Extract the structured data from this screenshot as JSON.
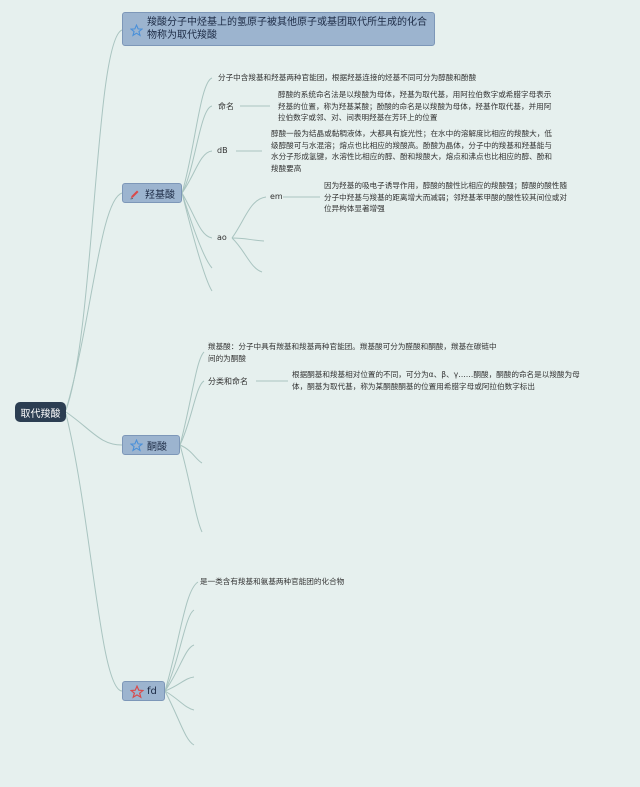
{
  "root": {
    "label": "取代羧酸"
  },
  "top_note": {
    "text": "羧酸分子中烃基上的氢原子被其他原子或基团取代所生成的化合物称为取代羧酸"
  },
  "hydroxy": {
    "label": "羟基酸",
    "intro": "分子中含羧基和羟基两种官能团，根据羟基连接的烃基不同可分为醇酸和酚酸",
    "naming": {
      "label": "命名",
      "text": "醇酸的系统命名法是以羧酸为母体，羟基为取代基，用阿拉伯数字或希腊字母表示羟基的位置，称为羟基某酸；酚酸的命名是以羧酸为母体，羟基作取代基，并用阿拉伯数字或邻、对、间表明羟基在芳环上的位置"
    },
    "props": {
      "label": "dB",
      "text": "醇酸一般为结晶或黏稠液体，大都具有旋光性；在水中的溶解度比相应的羧酸大，低级醇酸可与水混溶；熔点也比相应的羧酸高。酚酸为晶体，分子中的羧基和羟基能与水分子形成氢键，水溶性比相应的醇、酚和羧酸大，熔点和沸点也比相应的醇、酚和羧酸要高"
    },
    "chem": {
      "label": "ao",
      "sub_label": "em",
      "text": "因为羟基的吸电子诱导作用，醇酸的酸性比相应的羧酸强；醇酸的酸性随分子中羟基与羧基的距离增大而减弱；邻羟基苯甲酸的酸性较其间位或对位异构体显著增强"
    }
  },
  "keto": {
    "label": "酮酸",
    "intro": "羰基酸：分子中具有羰基和羧基两种官能团。羰基酸可分为醛酸和酮酸，羰基在碳链中间的为酮酸",
    "classify": {
      "label": "分类和命名",
      "text": "根据酮基和羧基相对位置的不同，可分为α、β、γ……酮酸，酮酸的命名是以羧酸为母体，酮基为取代基，称为某酮酸酮基的位置用希腊字母或阿拉伯数字标出"
    }
  },
  "amino": {
    "label": "fd",
    "intro": "是一类含有羧基和氨基两种官能团的化合物"
  },
  "colors": {
    "background": "#e6f0ee",
    "node_fill": "#9cb4cf",
    "root_fill": "#2c3e52",
    "line": "#a9c4c0",
    "star_blue": "#4a90d9",
    "star_red": "#d94a4a"
  }
}
